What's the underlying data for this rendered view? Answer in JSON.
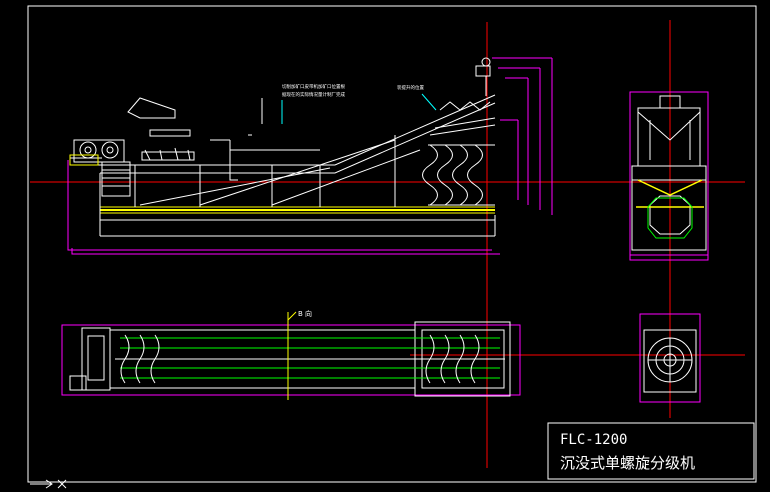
{
  "drawing": {
    "model_number": "FLC-1200",
    "model_name": "沉没式单螺旋分级机",
    "note_line1": "切削加矿口皮带机加矿口位置根",
    "note_line2": "据现在的实际情况量计制厂完成",
    "screw_position_label": "装提升的位置",
    "direction_label": "B 向"
  },
  "colors": {
    "background": "#000000",
    "frame": "#ffffff",
    "outline": "#ff00ff",
    "structure": "#ffffff",
    "axis": "#ff0000",
    "base": "#ffff00",
    "trough": "#00ff00",
    "dim": "#00ffff"
  }
}
